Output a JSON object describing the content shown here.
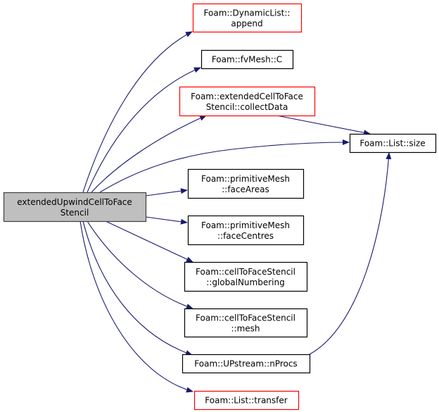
{
  "colors": {
    "edge": "#191970",
    "root_fill": "#bfbfbf",
    "root_border": "#404040",
    "normal_border": "#000000",
    "truncated_border": "#ff0000"
  },
  "nodes": [
    {
      "id": "root",
      "lines": [
        "extendedUpwindCellToFace",
        "Stencil"
      ],
      "style": "root"
    },
    {
      "id": "append",
      "lines": [
        "Foam::DynamicList::",
        "append"
      ],
      "style": "red"
    },
    {
      "id": "C",
      "lines": [
        "Foam::fvMesh::C"
      ],
      "style": "normal"
    },
    {
      "id": "collectData",
      "lines": [
        "Foam::extendedCellToFace",
        "Stencil::collectData"
      ],
      "style": "red"
    },
    {
      "id": "size",
      "lines": [
        "Foam::List::size"
      ],
      "style": "normal"
    },
    {
      "id": "faceAreas",
      "lines": [
        "Foam::primitiveMesh",
        "::faceAreas"
      ],
      "style": "normal"
    },
    {
      "id": "faceCentres",
      "lines": [
        "Foam::primitiveMesh",
        "::faceCentres"
      ],
      "style": "normal"
    },
    {
      "id": "globalNumbering",
      "lines": [
        "Foam::cellToFaceStencil",
        "::globalNumbering"
      ],
      "style": "normal"
    },
    {
      "id": "mesh",
      "lines": [
        "Foam::cellToFaceStencil",
        "::mesh"
      ],
      "style": "normal"
    },
    {
      "id": "nProcs",
      "lines": [
        "Foam::UPstream::nProcs"
      ],
      "style": "normal"
    },
    {
      "id": "transfer",
      "lines": [
        "Foam::List::transfer"
      ],
      "style": "red"
    }
  ],
  "edges": [
    [
      "root",
      "append"
    ],
    [
      "root",
      "C"
    ],
    [
      "root",
      "collectData"
    ],
    [
      "root",
      "size"
    ],
    [
      "root",
      "faceAreas"
    ],
    [
      "root",
      "faceCentres"
    ],
    [
      "root",
      "globalNumbering"
    ],
    [
      "root",
      "mesh"
    ],
    [
      "root",
      "nProcs"
    ],
    [
      "root",
      "transfer"
    ],
    [
      "collectData",
      "size"
    ],
    [
      "nProcs",
      "size"
    ]
  ]
}
